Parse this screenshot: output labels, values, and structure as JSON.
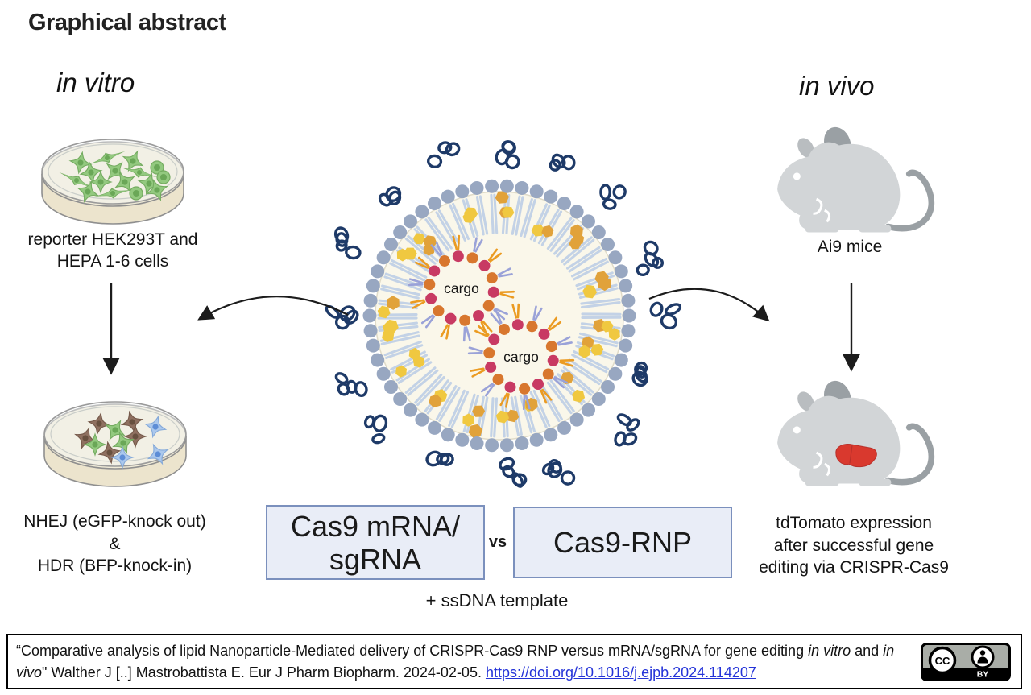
{
  "title": "Graphical abstract",
  "left": {
    "condition": "in vitro",
    "dish_label": [
      "reporter HEK293T and",
      "HEPA 1-6 cells"
    ],
    "result_label": [
      "NHEJ (eGFP-knock out)",
      "&",
      "HDR (BFP-knock-in)"
    ]
  },
  "right": {
    "condition": "in vivo",
    "mouse_label": "Ai9 mice",
    "result_label": [
      "tdTomato expression",
      "after successful gene",
      "editing via CRISPR-Cas9"
    ]
  },
  "center": {
    "cargo_label": "cargo",
    "left_box": [
      "Cas9 mRNA/",
      "sgRNA"
    ],
    "vs_label": "vs",
    "right_box": "Cas9-RNP",
    "note": "+ ssDNA template"
  },
  "citation": {
    "part1": "“Comparative analysis of lipid Nanoparticle-Mediated delivery of CRISPR-Cas9 RNP versus mRNA/sgRNA for gene editing ",
    "italic1": "in vitro",
    "part2": " and ",
    "italic2": "in vivo",
    "part3": "\" Walther J [..] Mastrobattista E. Eur J Pharm Biopharm. 2024-02-05. ",
    "link": "https://doi.org/10.1016/j.ejpb.2024.114207"
  },
  "license": {
    "cc_label": "CC",
    "by_label": "BY"
  },
  "colors": {
    "link_blue": "#2433d8",
    "box_fill": "#e9edf7",
    "box_border": "#7b90bd",
    "arrow_black": "#1c1c1c",
    "liver_red": "#d9392e",
    "mouse_gray": "#d2d5d7",
    "mouse_dark_gray": "#9aa0a4",
    "lnp_head": "#98a7c1",
    "lnp_tail": "#c3d2e6",
    "lnp_interior": "#faf7ea",
    "hex_yellow": "#f0c840",
    "hex_orange": "#e1a23a",
    "peg_navy": "#1e3a68",
    "cargo_crimson": "#c83a63",
    "cargo_orange": "#d8772e",
    "cargo_tail_orange": "#eb9b22",
    "cargo_tail_periwinkle": "#9aa2d8",
    "cell_green": "#93c97f",
    "cell_green_stroke": "#74ab60",
    "cell_green_nucleus": "#6aa757",
    "cell_brown": "#8f7060",
    "cell_brown_stroke": "#75594a",
    "cell_brown_nucleus": "#68503f",
    "cell_blue": "#abc8ed",
    "cell_blue_stroke": "#84a9d9",
    "cell_blue_nucleus": "#5d8dd6",
    "dish_cream": "#f0ebd8"
  }
}
